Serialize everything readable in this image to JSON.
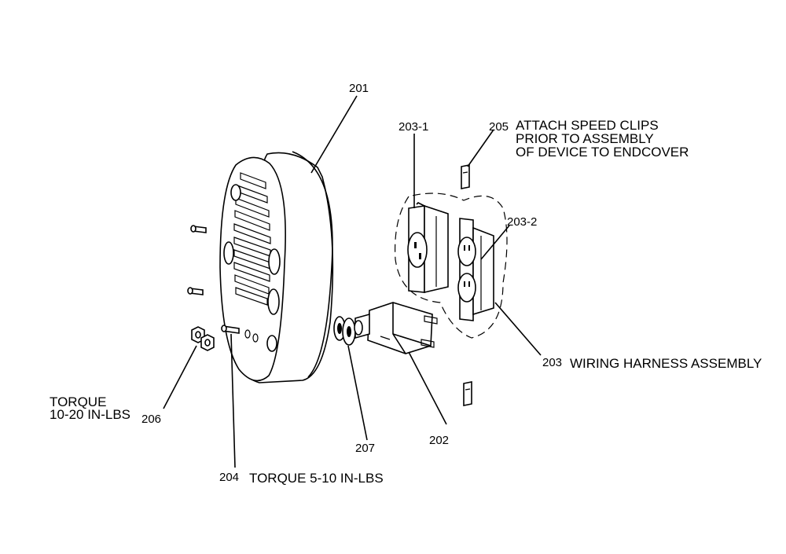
{
  "callouts": {
    "c201": "201",
    "c202": "202",
    "c203": "203",
    "c203_1": "203-1",
    "c203_2": "203-2",
    "c204": "204",
    "c205": "205",
    "c206": "206",
    "c207": "207"
  },
  "notes": {
    "speed_clips_line1": "ATTACH SPEED CLIPS",
    "speed_clips_line2": "PRIOR TO ASSEMBLY",
    "speed_clips_line3": "OF DEVICE TO ENDCOVER",
    "wiring_harness": "WIRING HARNESS ASSEMBLY",
    "torque_206_line1": "TORQUE",
    "torque_206_line2": "10-20 IN-LBS",
    "torque_204": "TORQUE 5-10 IN-LBS"
  }
}
